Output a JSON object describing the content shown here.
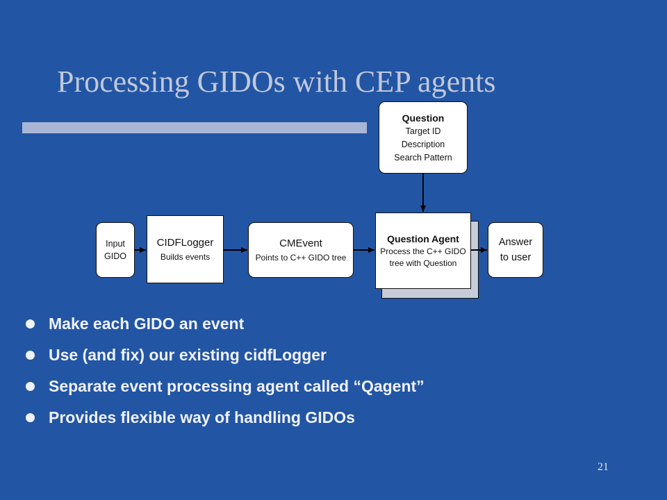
{
  "slide": {
    "title": "Processing GIDOs with CEP agents",
    "page_number": "21"
  },
  "diagram": {
    "input": {
      "line1": "Input",
      "line2": "GIDO"
    },
    "cidflogger": {
      "title": "CIDFLogger",
      "subtitle": "Builds events"
    },
    "cmevent": {
      "title": "CMEvent",
      "subtitle": "Points to C++ GIDO tree"
    },
    "question_agent": {
      "title": "Question Agent",
      "line1": "Process the C++ GIDO",
      "line2": "tree with Question"
    },
    "answer": {
      "line1": "Answer",
      "line2": "to user"
    },
    "question": {
      "title": "Question",
      "line1": "Target ID",
      "line2": "Description",
      "line3": "Search Pattern"
    }
  },
  "bullets": [
    "Make each GIDO an event",
    "Use (and fix) our existing cidfLogger",
    "Separate event processing agent called “Qagent”",
    "Provides flexible way of handling GIDOs"
  ]
}
